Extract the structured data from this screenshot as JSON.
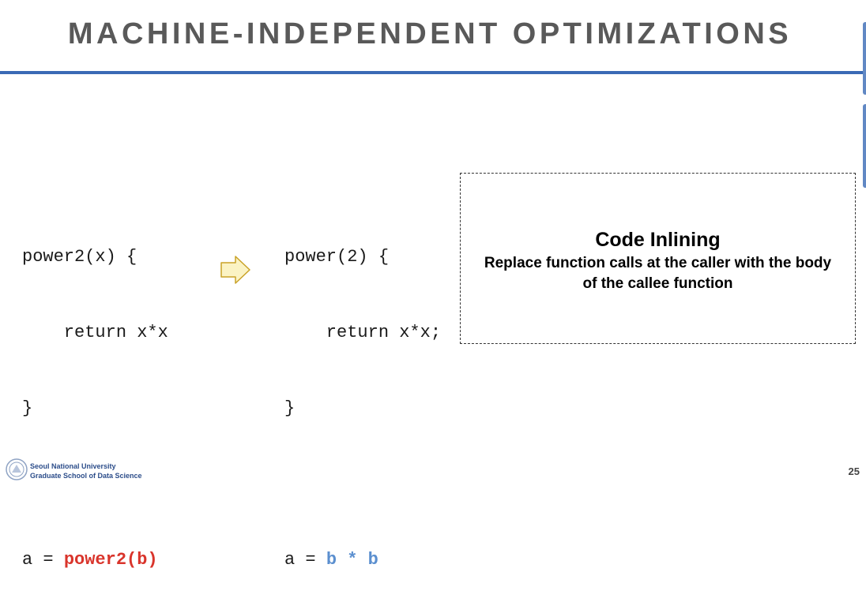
{
  "slide": {
    "title": "MACHINE-INDEPENDENT OPTIMIZATIONS",
    "page_number": "25",
    "accent_color": "#3a6ab5"
  },
  "before_code": {
    "line1": "power2(x) {",
    "line2": "    return x*x",
    "line3": "}",
    "call_prefix": "a = ",
    "call_highlight": "power2(b)",
    "highlight_color": "#d9342b"
  },
  "after_code": {
    "line1": "power(2) {",
    "line2": "    return x*x;",
    "line3": "}",
    "call_prefix": "a = ",
    "call_highlight": "b * b",
    "highlight_color": "#5b8fcf"
  },
  "arrow": {
    "icon": "right-arrow-icon"
  },
  "callout": {
    "title": "Code Inlining",
    "description": "Replace function calls at the caller with the body of the callee function"
  },
  "footer": {
    "university": "Seoul National University",
    "school": "Graduate School of Data Science",
    "logo_icon": "university-emblem-icon"
  }
}
